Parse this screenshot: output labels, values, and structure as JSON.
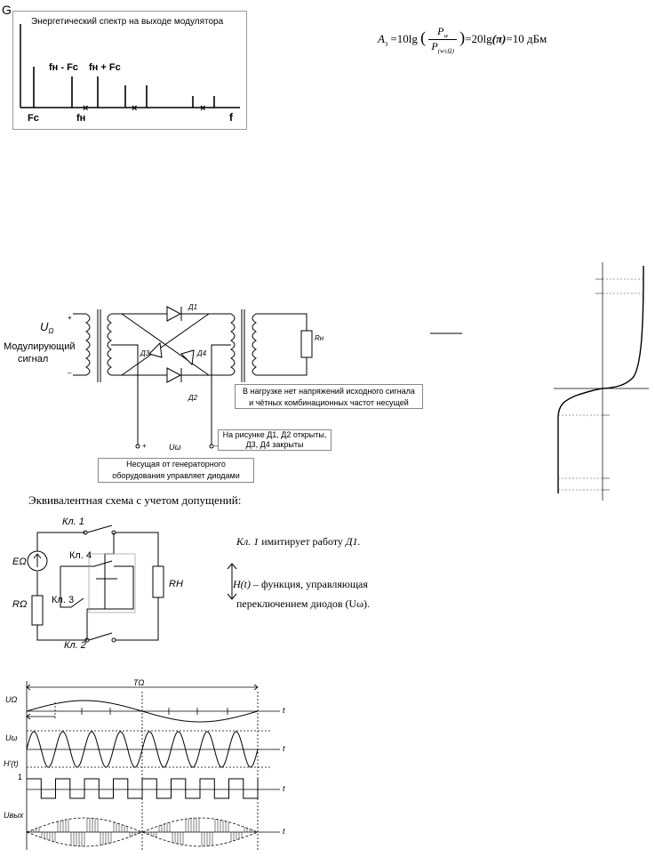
{
  "page": {
    "corner_letter": "G"
  },
  "spectrum": {
    "title": "Энергетический спектр на выходе модулятора",
    "label_lower": "fн - Fc",
    "label_upper": "fн + Fc",
    "x_label_fc": "Fc",
    "x_label_fn": "fн",
    "x_label_f": "f"
  },
  "formula": {
    "lhs": "A",
    "lhs_sub": "з",
    "eq1": "=10lg",
    "num": "P",
    "num_sub": "w",
    "den": "P",
    "den_sub": "(w±Ω)",
    "eq2": "=20lg",
    "pi": "(π)",
    "result": "=10 дБм"
  },
  "circuit": {
    "u_label": "U",
    "u_sub": "Ω",
    "mod_label_1": "Модулирующий",
    "mod_label_2": "сигнал",
    "d1": "Д1",
    "d2": "Д2",
    "d3": "Д3",
    "d4": "Д4",
    "rn": "Rн",
    "uw": "Uω",
    "note_load_1": "В нагрузке нет напряжений исходного сигнала",
    "note_load_2": "и чётных комбинационных частот несущей",
    "note_diodes_1": "На рисунке Д1, Д2 открыты,",
    "note_diodes_2": "Д3, Д4 закрыты",
    "note_carrier_1": "Несущая от генераторного",
    "note_carrier_2": "оборудования управляет диодами"
  },
  "equiv": {
    "heading": "Эквивалентная схема с учетом допущений:",
    "kl1": "Кл. 1",
    "kl2": "Кл. 2",
    "kl3": "Кл. 3",
    "kl4": "Кл. 4",
    "e_label": "EΩ",
    "r_label": "RΩ",
    "rn_label": "RН",
    "note1_a": "Кл. 1",
    "note1_b": " имитирует работу ",
    "note1_c": "Д1.",
    "note2_a": "H(t)",
    "note2_b": " – функция, управляющая",
    "note3": "переключением диодов (Uω)."
  },
  "timing": {
    "period": "TΩ",
    "u_omega": "UΩ",
    "u_w": "Uω",
    "h_t": "H'(t)",
    "one": "1",
    "u_out": "Uвых",
    "t": "t"
  }
}
